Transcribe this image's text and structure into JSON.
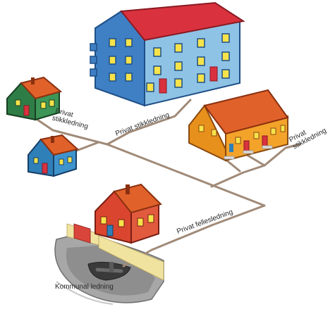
{
  "labels": {
    "private_service_line_left": "Privat\nstikkledning",
    "private_service_line_center": "Privat stikkledning",
    "private_service_line_right": "Privat\nstikkledning",
    "private_shared_line": "Privat fellesledning",
    "municipal_line": "Kommunal ledning"
  },
  "colors": {
    "pipe": "#a08a78",
    "apartment_wall": "#8fc3e6",
    "apartment_roof": "#d9323e",
    "row_house_wall": "#f3a32a",
    "row_house_roof": "#e0622a",
    "house_green_wall": "#2f7d46",
    "house_blue_wall": "#2f7fb8",
    "house_red_wall": "#d9452e",
    "roof_orange": "#e0622a",
    "window": "#f7e34a",
    "door": "#d9323e",
    "road": "#9b9b9b",
    "fence": "#f0e3a0"
  }
}
